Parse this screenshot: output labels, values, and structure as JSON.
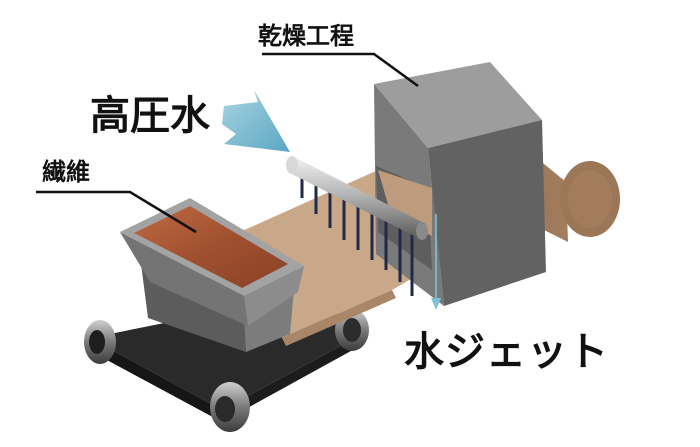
{
  "labels": {
    "drying_process": "乾燥工程",
    "fiber": "繊維",
    "high_pressure_water": "高圧水",
    "water_jet": "水ジェット"
  }
}
